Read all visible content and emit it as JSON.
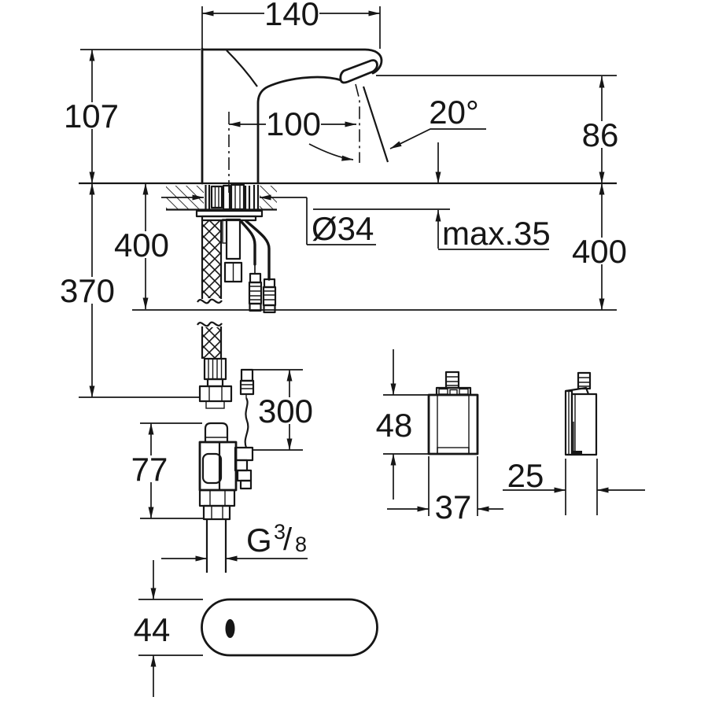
{
  "colors": {
    "line": "#161616",
    "background": "#ffffff"
  },
  "drawing": {
    "kind": "technical installation dimension drawing of a deck-mounted infrared sensor basin faucet with angle valve, control box and battery housing",
    "units": "mm (implied, unlabeled)",
    "dims": {
      "spout_to_back": "140",
      "body_height": "107",
      "spout_reach": "100",
      "spray_angle": "20°",
      "outlet_height": "86",
      "hole_diameter": "Ø34",
      "deck_thickness": "max.35",
      "hose_length_right": "400",
      "hose_length_left": "400",
      "supply_hose_drop": "370",
      "sensor_cable_length": "300",
      "valve_height": "77",
      "thread_G": "G",
      "thread_numerator": "3",
      "thread_slash": "/",
      "thread_denominator": "8",
      "battery_housing_height": "44",
      "control_box_height": "48",
      "control_box_width": "37",
      "control_box_depth": "25"
    }
  }
}
